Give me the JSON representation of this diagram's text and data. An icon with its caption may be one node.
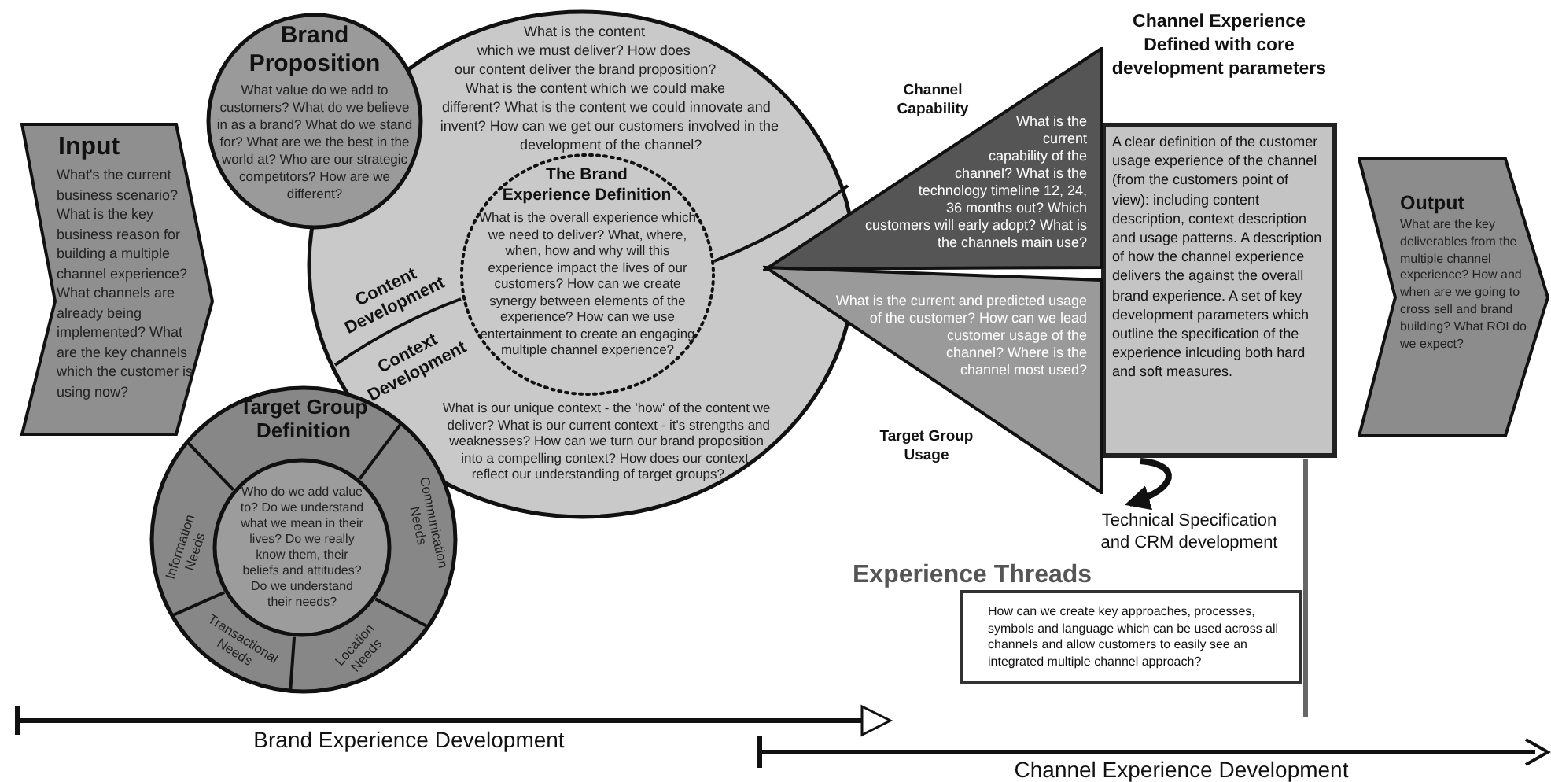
{
  "diagram": {
    "nodes": [
      {
        "text": [
          "Input",
          "What's the current business scenario? What is the key business reason for building a multiple channel experience? What channels are already being implemented? What are the key channels which the customer is using now?"
        ]
      },
      {
        "text": [
          "Brand Proposition",
          "What value do we add to customers? What do we believe in as a brand? What do we stand for? What are we the best in the world at? Who are our strategic competitors? How are we different?"
        ]
      },
      {
        "text": [
          "What is the content which we must deliver? How does our content deliver the brand proposition? What is the content which we could make different? What is the content we could innovate and invent? How can we get our customers involved in the development of the channel?",
          "Content Development",
          "Context Development",
          "What is our unique context - the 'how' of the content we deliver? What is our current context - it's strengths and weaknesses? How can we turn our brand proposition into a compelling context? How does our context reflect our understanding of target groups?"
        ]
      },
      {
        "text": [
          "The Brand Experience Definition",
          "What is the overall experience which we need to deliver? What, where, when, how and why will this experience impact the lives of our customers? How can we create synergy between elements of the experience? How can we use entertainment to create an engaging multiple channel experience?"
        ],
        "in": 2
      },
      {
        "text": [
          "Target Group Definition"
        ]
      },
      {
        "text": [
          "Who do we add value to? Do we understand what we mean in their lives? Do we really know them, their beliefs and attitudes? Do we understand their needs?"
        ],
        "in": 4
      },
      {
        "text": [
          "Information Needs"
        ],
        "in": 4
      },
      {
        "text": [
          "Communication Needs"
        ],
        "in": 4
      },
      {
        "text": [
          "Transactional Needs"
        ],
        "in": 4
      },
      {
        "text": [
          "Location Needs"
        ],
        "in": 4
      },
      {
        "text": [
          "Channel Capability",
          "What is the current capability of the channel? What is the technology timeline 12, 24, 36 months out? Which customers will early adopt? What is the channels main use?"
        ]
      },
      {
        "text": [
          "What is the current and predicted usage of the customer? How can we lead customer usage of the channel? Where is the channel most used?",
          "Target Group Usage"
        ]
      },
      {
        "text": [
          "Channel Experience Defined with core development parameters",
          "A clear definition of the customer usage experience of the channel (from the customers point of view): including content description, context description and usage patterns. A description of how the channel experience delivers the against the overall brand experience. A set of key development parameters which outline the specification of the experience inlcuding both hard and soft measures."
        ]
      },
      {
        "text": [
          "Output",
          "What are the key deliverables from the multiple channel experience? How and when are we going to cross sell and brand building? What ROI do we expect?"
        ]
      },
      {
        "text": [
          "Technical Specification and CRM development"
        ]
      },
      {
        "text": [
          "Experience Threads",
          "How can we create key approaches, processes, symbols and language which can be used across all channels and allow customers to easily see an integrated multiple channel approach?"
        ]
      }
    ],
    "edges": [
      {
        "from": 12,
        "to": 14,
        "arrow": "to"
      }
    ],
    "labels": [
      "Brand Experience Development",
      "Channel Experience Development"
    ]
  }
}
